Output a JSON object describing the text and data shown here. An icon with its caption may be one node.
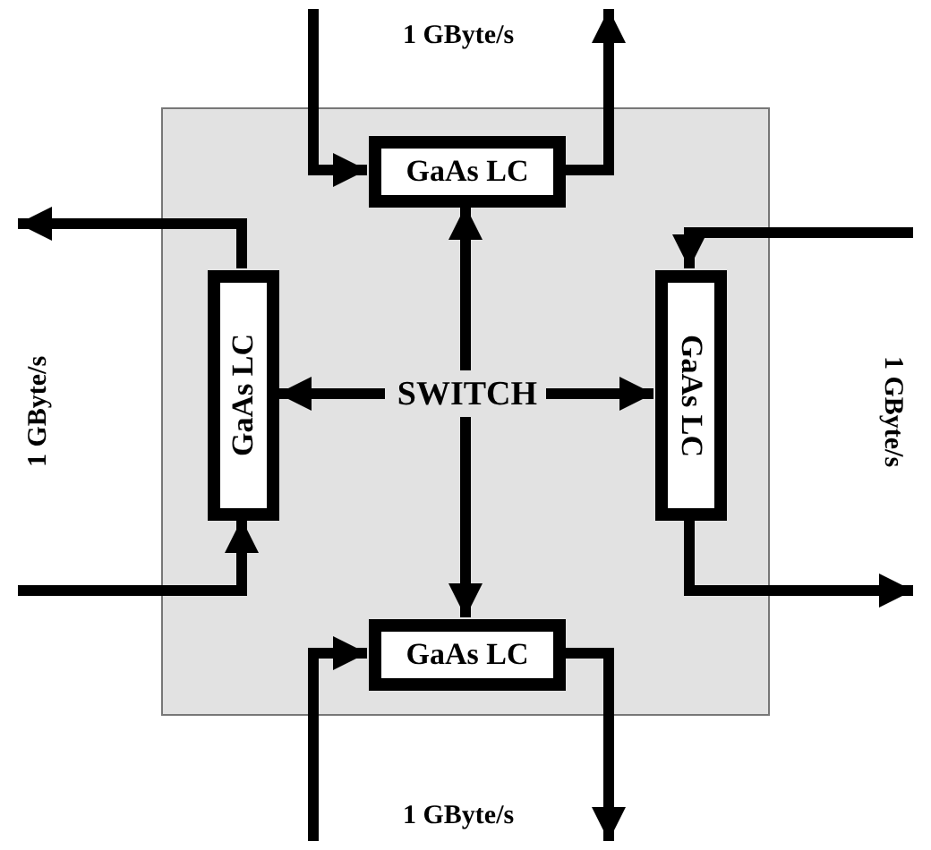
{
  "diagram": {
    "nodes": [
      {
        "text": [],
        "shape": "box"
      },
      {
        "text": [
          "GaAs LC"
        ],
        "in": 0
      },
      {
        "text": [
          "GaAs LC"
        ],
        "in": 0
      },
      {
        "text": [
          "SWITCH"
        ],
        "in": 0
      },
      {
        "text": [
          "GaAs LC"
        ],
        "in": 0
      },
      {
        "text": [
          "GaAs LC"
        ],
        "in": 0
      }
    ],
    "edges": [
      {
        "from": 3,
        "to": 1,
        "arrow": "to"
      },
      {
        "from": 3,
        "to": 2,
        "arrow": "to"
      },
      {
        "from": 3,
        "to": 4,
        "arrow": "to"
      },
      {
        "from": 3,
        "to": 5,
        "arrow": "to"
      },
      {
        "from": null,
        "to": 1,
        "arrow": "to"
      },
      {
        "from": 1,
        "to": null,
        "arrow": "to"
      },
      {
        "from": 2,
        "to": null,
        "arrow": "to"
      },
      {
        "from": null,
        "to": 2,
        "arrow": "to"
      },
      {
        "from": null,
        "to": 4,
        "arrow": "to"
      },
      {
        "from": 4,
        "to": null,
        "arrow": "to"
      },
      {
        "from": null,
        "to": 5,
        "arrow": "to"
      },
      {
        "from": 5,
        "to": null,
        "arrow": "to"
      }
    ],
    "labels": [
      "1 GByte/s",
      "1 GByte/s",
      "1 GByte/s",
      "1 GByte/s"
    ]
  }
}
